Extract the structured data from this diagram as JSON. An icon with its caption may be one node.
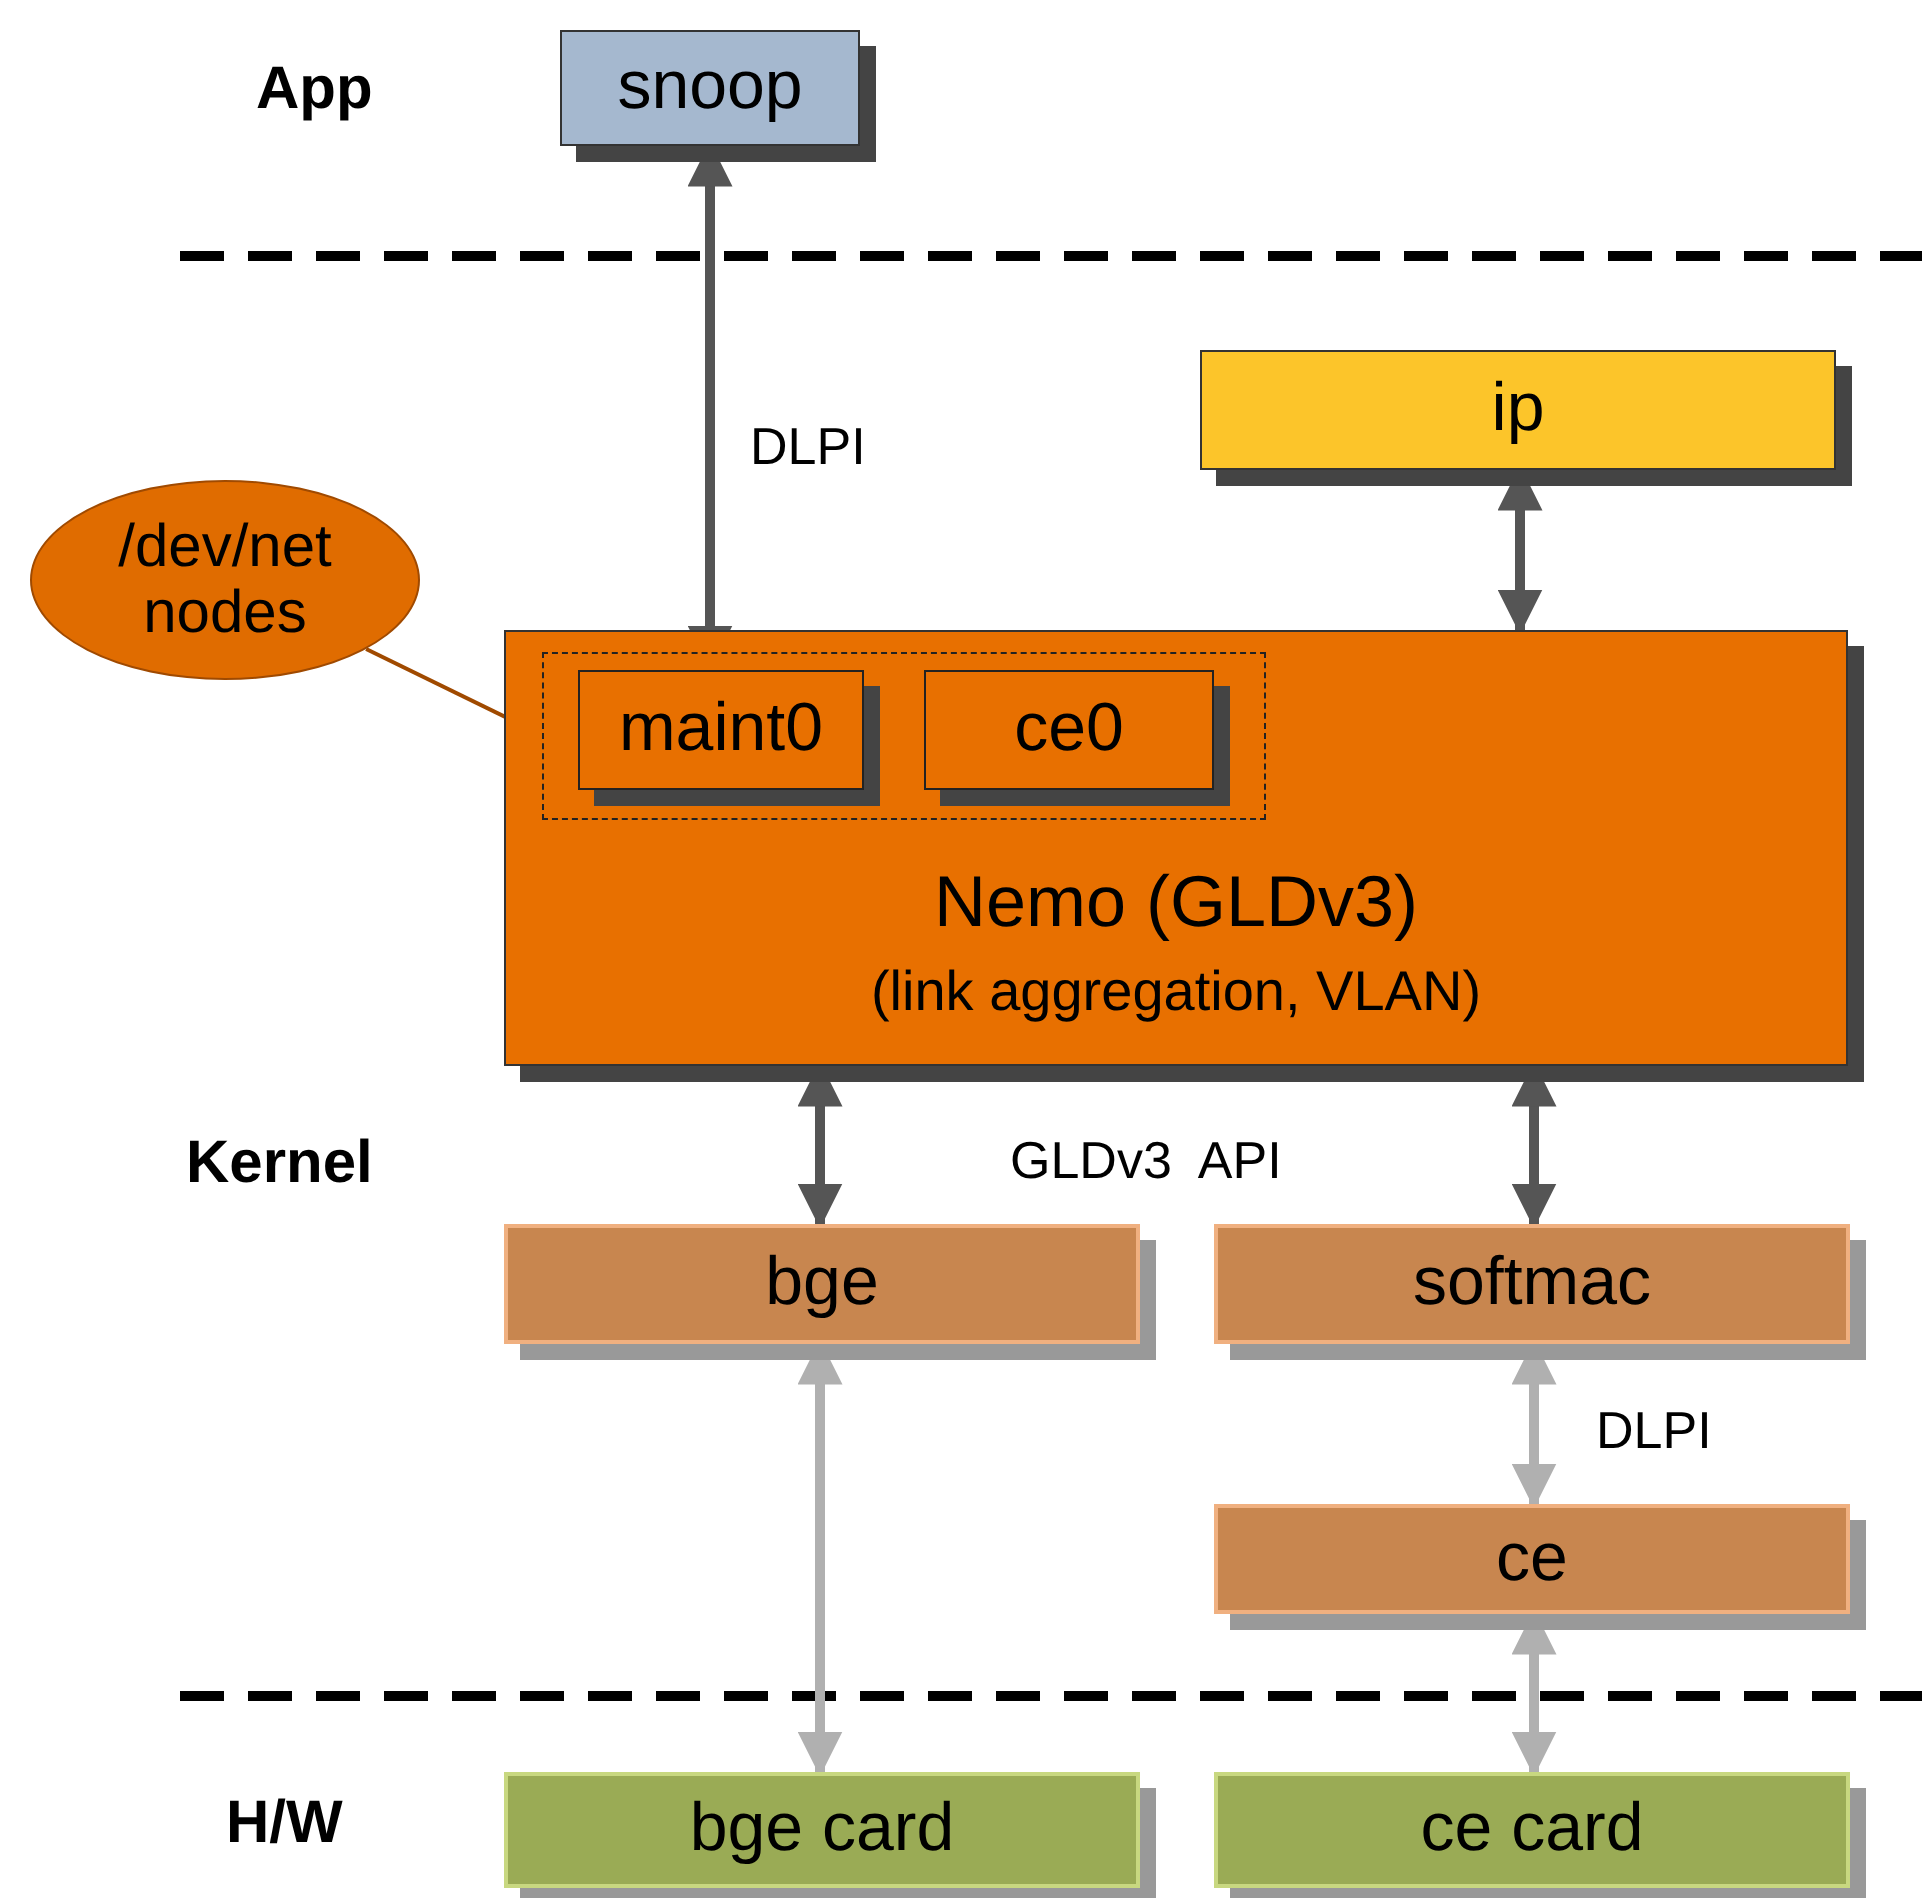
{
  "diagram": {
    "nodes": [
      {
        "text": [
          "snoop"
        ]
      },
      {
        "text": [
          "ip"
        ]
      },
      {
        "text": [
          "/dev/net nodes"
        ]
      },
      {
        "text": [
          "Nemo (GLDv3)",
          "(link aggregation, VLAN)"
        ]
      },
      {
        "text": [],
        "shape": "box",
        "in": 3
      },
      {
        "text": [
          "maint0"
        ],
        "in": 4
      },
      {
        "text": [
          "ce0"
        ],
        "in": 4
      },
      {
        "text": [
          "bge"
        ]
      },
      {
        "text": [
          "softmac"
        ]
      },
      {
        "text": [
          "ce"
        ]
      },
      {
        "text": [
          "bge card"
        ]
      },
      {
        "text": [
          "ce card"
        ]
      }
    ],
    "edges": [
      {
        "from": 0,
        "to": 5,
        "arrow": "both",
        "label": "DLPI"
      },
      {
        "from": 2,
        "to": 4,
        "arrow": "none"
      },
      {
        "from": 1,
        "to": 3,
        "arrow": "both"
      },
      {
        "from": 3,
        "to": 7,
        "arrow": "both"
      },
      {
        "from": 3,
        "to": 8,
        "arrow": "both"
      },
      {
        "from": 8,
        "to": 9,
        "arrow": "both",
        "label": "DLPI",
        "color": "#b0b0b0"
      },
      {
        "from": 7,
        "to": 10,
        "arrow": "both",
        "color": "#b0b0b0"
      },
      {
        "from": 9,
        "to": 11,
        "arrow": "both",
        "color": "#b0b0b0"
      }
    ],
    "labels": [
      "App",
      "Kernel",
      "GLDv3  API",
      "H/W"
    ]
  }
}
